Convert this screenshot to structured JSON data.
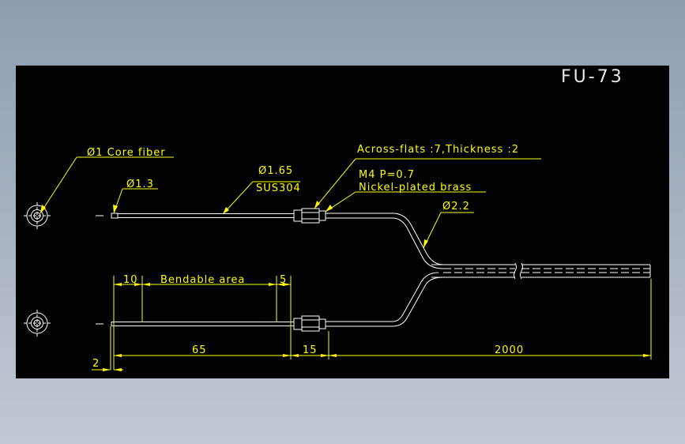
{
  "title": "FU-73",
  "labels": {
    "core_fiber": "Ø1 Core fiber",
    "tip_diameter": "Ø1.3",
    "sleeve_diameter": "Ø1.65",
    "sleeve_material": "SUS304",
    "across_flats": "Across-flats :7,Thickness :2",
    "thread": "M4  P=0.7",
    "nut_material": "Nickel-plated brass",
    "cable_diameter": "Ø2.2",
    "bendable_area": "Bendable area"
  },
  "dims": {
    "d10": "10",
    "d5": "5",
    "d65": "65",
    "d15": "15",
    "d2000": "2000",
    "d2": "2"
  },
  "colors": {
    "background": "#000000",
    "line": "#ffffff",
    "annotation": "#ffff00",
    "title": "#e8e8e8"
  }
}
